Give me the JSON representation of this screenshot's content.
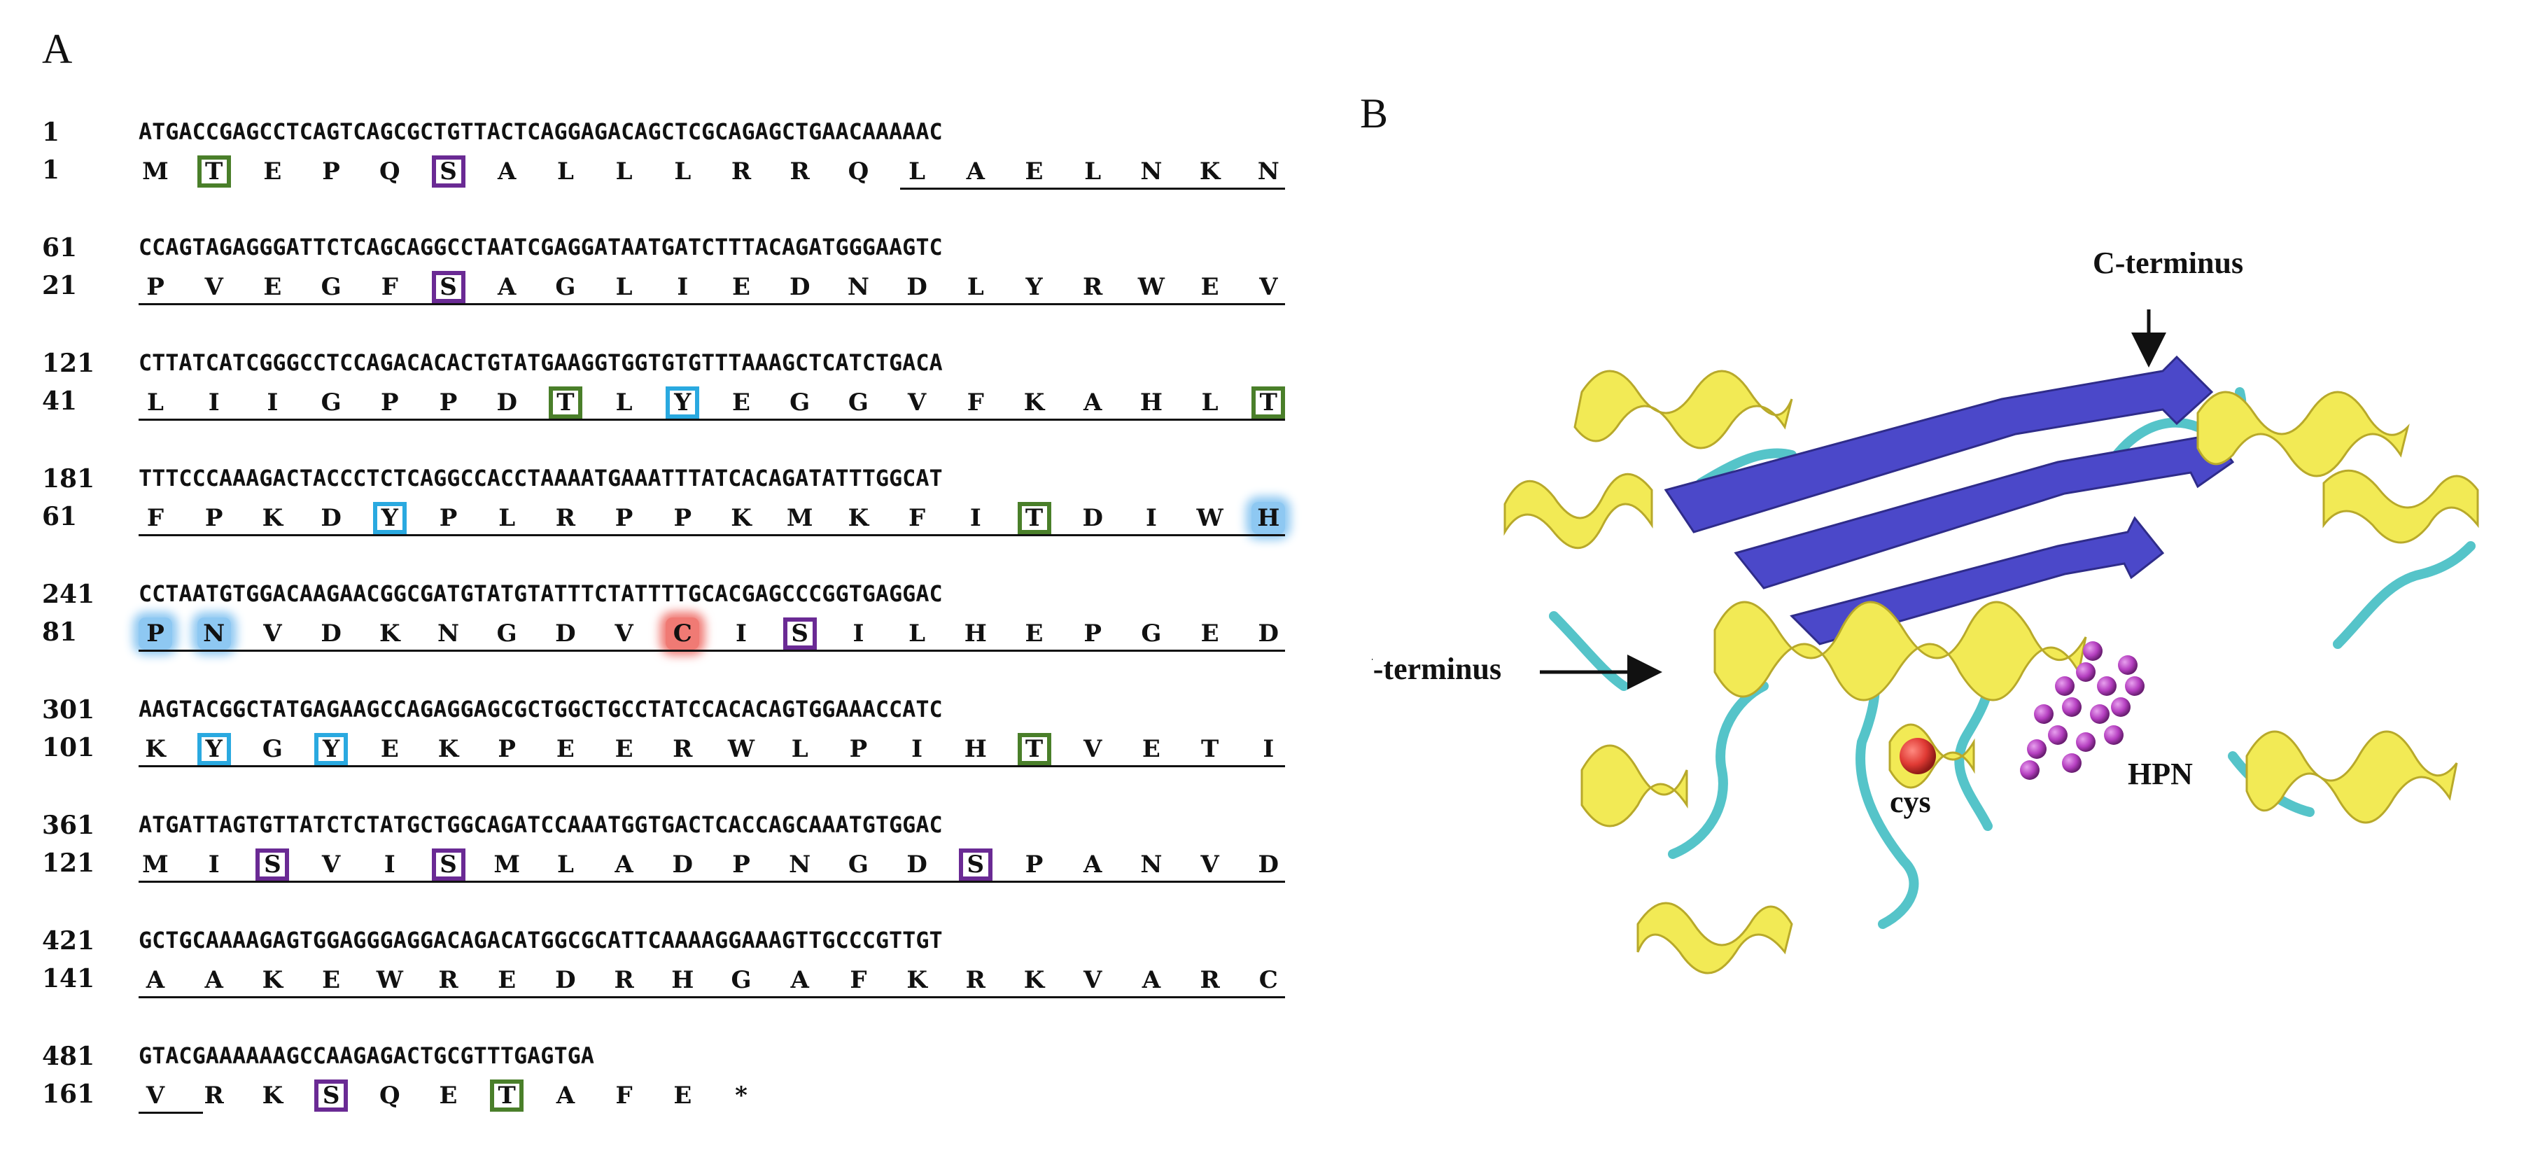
{
  "panel_a": {
    "label": "A",
    "colors": {
      "threonine_box": "#4a7f2a",
      "serine_box": "#6a2a94",
      "tyrosine_box": "#2aa9e0",
      "histidine_highlight": "#8ec8f2",
      "cysteine_highlight": "#f07a74"
    },
    "blocks": [
      {
        "nt_start": "1",
        "nt": "ATGACCGAGCCTCAGTCAGCGCTGTTACTCAGGAGACAGCTCGCAGAGCTGAACAAAAAC",
        "aa_start": "1",
        "aa": [
          {
            "res": "M"
          },
          {
            "res": "T",
            "mark": "thr"
          },
          {
            "res": "E"
          },
          {
            "res": "P"
          },
          {
            "res": "Q"
          },
          {
            "res": "S",
            "mark": "ser"
          },
          {
            "res": "A"
          },
          {
            "res": "L"
          },
          {
            "res": "L"
          },
          {
            "res": "L"
          },
          {
            "res": "R"
          },
          {
            "res": "R"
          },
          {
            "res": "Q"
          },
          {
            "res": "L"
          },
          {
            "res": "A"
          },
          {
            "res": "E"
          },
          {
            "res": "L"
          },
          {
            "res": "N"
          },
          {
            "res": "K"
          },
          {
            "res": "N"
          }
        ],
        "underline": [
          13,
          19
        ]
      },
      {
        "nt_start": "61",
        "nt": "CCAGTAGAGGGATTCTCAGCAGGCCTAATCGAGGATAATGATCTTTACAGATGGGAAGTC",
        "aa_start": "21",
        "aa": [
          {
            "res": "P"
          },
          {
            "res": "V"
          },
          {
            "res": "E"
          },
          {
            "res": "G"
          },
          {
            "res": "F"
          },
          {
            "res": "S",
            "mark": "ser"
          },
          {
            "res": "A"
          },
          {
            "res": "G"
          },
          {
            "res": "L"
          },
          {
            "res": "I"
          },
          {
            "res": "E"
          },
          {
            "res": "D"
          },
          {
            "res": "N"
          },
          {
            "res": "D"
          },
          {
            "res": "L"
          },
          {
            "res": "Y"
          },
          {
            "res": "R"
          },
          {
            "res": "W"
          },
          {
            "res": "E"
          },
          {
            "res": "V"
          }
        ],
        "underline": [
          0,
          19
        ]
      },
      {
        "nt_start": "121",
        "nt": "CTTATCATCGGGCCTCCAGACACACTGTATGAAGGTGGTGTGTTTAAAGCTCATCTGACA",
        "aa_start": "41",
        "aa": [
          {
            "res": "L"
          },
          {
            "res": "I"
          },
          {
            "res": "I"
          },
          {
            "res": "G"
          },
          {
            "res": "P"
          },
          {
            "res": "P"
          },
          {
            "res": "D"
          },
          {
            "res": "T",
            "mark": "thr"
          },
          {
            "res": "L"
          },
          {
            "res": "Y",
            "mark": "tyr"
          },
          {
            "res": "E"
          },
          {
            "res": "G"
          },
          {
            "res": "G"
          },
          {
            "res": "V"
          },
          {
            "res": "F"
          },
          {
            "res": "K"
          },
          {
            "res": "A"
          },
          {
            "res": "H"
          },
          {
            "res": "L"
          },
          {
            "res": "T",
            "mark": "thr"
          }
        ],
        "underline": [
          0,
          19
        ]
      },
      {
        "nt_start": "181",
        "nt": "TTTCCCAAAGACTACCCTCTCAGGCCACCTAAAATGAAATTTATCACAGATATTTGGCAT",
        "aa_start": "61",
        "aa": [
          {
            "res": "F"
          },
          {
            "res": "P"
          },
          {
            "res": "K"
          },
          {
            "res": "D"
          },
          {
            "res": "Y",
            "mark": "tyr"
          },
          {
            "res": "P"
          },
          {
            "res": "L"
          },
          {
            "res": "R"
          },
          {
            "res": "P"
          },
          {
            "res": "P"
          },
          {
            "res": "K"
          },
          {
            "res": "M"
          },
          {
            "res": "K"
          },
          {
            "res": "F"
          },
          {
            "res": "I"
          },
          {
            "res": "T",
            "mark": "thr"
          },
          {
            "res": "D"
          },
          {
            "res": "I"
          },
          {
            "res": "W"
          },
          {
            "res": "H",
            "mark": "his"
          }
        ],
        "underline": [
          0,
          19
        ]
      },
      {
        "nt_start": "241",
        "nt": "CCTAATGTGGACAAGAACGGCGATGTATGTATTTCTATTTTGCACGAGCCCGGTGAGGAC",
        "aa_start": "81",
        "aa": [
          {
            "res": "P",
            "mark": "his"
          },
          {
            "res": "N",
            "mark": "his"
          },
          {
            "res": "V"
          },
          {
            "res": "D"
          },
          {
            "res": "K"
          },
          {
            "res": "N"
          },
          {
            "res": "G"
          },
          {
            "res": "D"
          },
          {
            "res": "V"
          },
          {
            "res": "C",
            "mark": "cys"
          },
          {
            "res": "I"
          },
          {
            "res": "S",
            "mark": "ser"
          },
          {
            "res": "I"
          },
          {
            "res": "L"
          },
          {
            "res": "H"
          },
          {
            "res": "E"
          },
          {
            "res": "P"
          },
          {
            "res": "G"
          },
          {
            "res": "E"
          },
          {
            "res": "D"
          }
        ],
        "underline": [
          0,
          19
        ]
      },
      {
        "nt_start": "301",
        "nt": "AAGTACGGCTATGAGAAGCCAGAGGAGCGCTGGCTGCCTATCCACACAGTGGAAACCATC",
        "aa_start": "101",
        "aa": [
          {
            "res": "K"
          },
          {
            "res": "Y",
            "mark": "tyr"
          },
          {
            "res": "G"
          },
          {
            "res": "Y",
            "mark": "tyr"
          },
          {
            "res": "E"
          },
          {
            "res": "K"
          },
          {
            "res": "P"
          },
          {
            "res": "E"
          },
          {
            "res": "E"
          },
          {
            "res": "R"
          },
          {
            "res": "W"
          },
          {
            "res": "L"
          },
          {
            "res": "P"
          },
          {
            "res": "I"
          },
          {
            "res": "H"
          },
          {
            "res": "T",
            "mark": "thr"
          },
          {
            "res": "V"
          },
          {
            "res": "E"
          },
          {
            "res": "T"
          },
          {
            "res": "I"
          }
        ],
        "underline": [
          0,
          19
        ]
      },
      {
        "nt_start": "361",
        "nt": "ATGATTAGTGTTATCTCTATGCTGGCAGATCCAAATGGTGACTCACCAGCAAATGTGGAC",
        "aa_start": "121",
        "aa": [
          {
            "res": "M"
          },
          {
            "res": "I"
          },
          {
            "res": "S",
            "mark": "ser"
          },
          {
            "res": "V"
          },
          {
            "res": "I"
          },
          {
            "res": "S",
            "mark": "ser"
          },
          {
            "res": "M"
          },
          {
            "res": "L"
          },
          {
            "res": "A"
          },
          {
            "res": "D"
          },
          {
            "res": "P"
          },
          {
            "res": "N"
          },
          {
            "res": "G"
          },
          {
            "res": "D"
          },
          {
            "res": "S",
            "mark": "ser"
          },
          {
            "res": "P"
          },
          {
            "res": "A"
          },
          {
            "res": "N"
          },
          {
            "res": "V"
          },
          {
            "res": "D"
          }
        ],
        "underline": [
          0,
          19
        ]
      },
      {
        "nt_start": "421",
        "nt": "GCTGCAAAAGAGTGGAGGGAGGACAGACATGGCGCATTCAAAAGGAAAGTTGCCCGTTGT",
        "aa_start": "141",
        "aa": [
          {
            "res": "A"
          },
          {
            "res": "A"
          },
          {
            "res": "K"
          },
          {
            "res": "E"
          },
          {
            "res": "W"
          },
          {
            "res": "R"
          },
          {
            "res": "E"
          },
          {
            "res": "D"
          },
          {
            "res": "R"
          },
          {
            "res": "H"
          },
          {
            "res": "G"
          },
          {
            "res": "A"
          },
          {
            "res": "F"
          },
          {
            "res": "K"
          },
          {
            "res": "R"
          },
          {
            "res": "K"
          },
          {
            "res": "V"
          },
          {
            "res": "A"
          },
          {
            "res": "R"
          },
          {
            "res": "C"
          }
        ],
        "underline": [
          0,
          19
        ]
      },
      {
        "nt_start": "481",
        "nt": "GTACGAAAAAAGCCAAGAGACTGCGTTTGAGTGA",
        "aa_start": "161",
        "aa": [
          {
            "res": "V"
          },
          {
            "res": "R"
          },
          {
            "res": "K"
          },
          {
            "res": "S",
            "mark": "ser"
          },
          {
            "res": "Q"
          },
          {
            "res": "E"
          },
          {
            "res": "T",
            "mark": "thr"
          },
          {
            "res": "A"
          },
          {
            "res": "F"
          },
          {
            "res": "E"
          },
          {
            "res": "*"
          }
        ],
        "underline": [
          0,
          0
        ]
      }
    ]
  },
  "panel_b": {
    "label": "B",
    "c_terminus_label": "C-terminus",
    "n_terminus_label": "N-terminus",
    "cys_label": "cys",
    "hpn_label": "HPN",
    "colors": {
      "helix": "#f2ea55",
      "helix_dark": "#b8a92a",
      "sheet": "#4b48c9",
      "coil": "#55c4c9",
      "cys_sphere": "#e03a34",
      "hpn_atoms": "#b53fc0"
    }
  }
}
